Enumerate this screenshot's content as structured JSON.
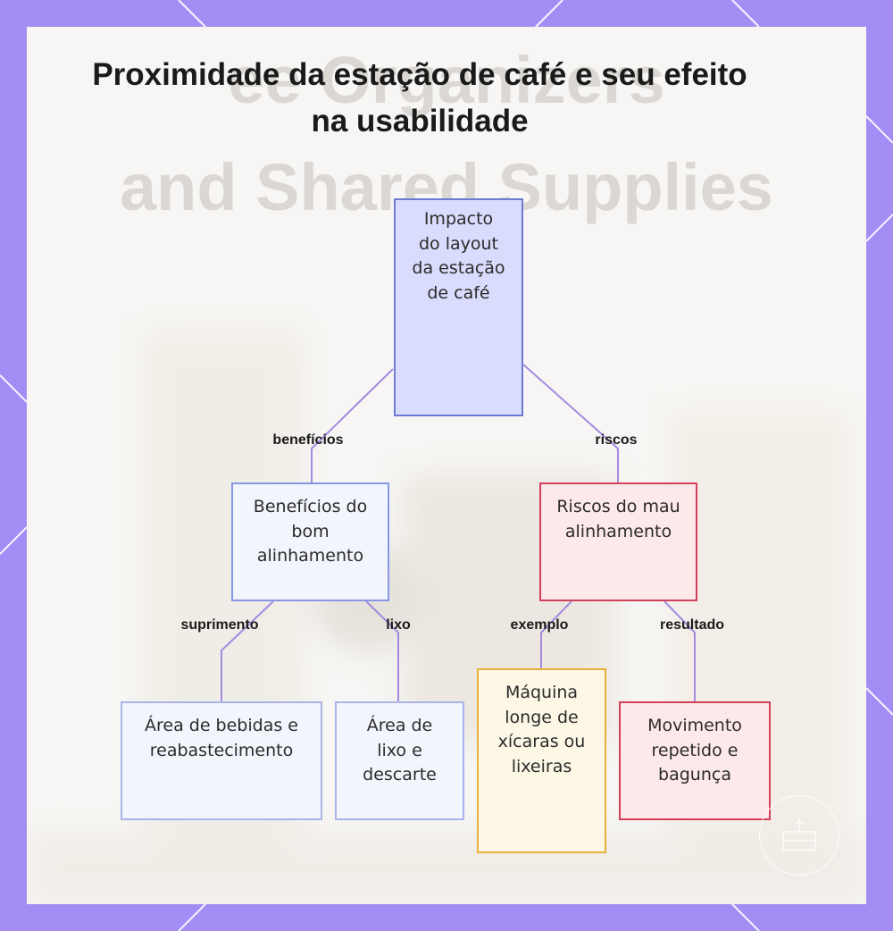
{
  "title": "Proximidade da estação de café e seu efeito na usabilidade",
  "background_watermark": "ee Organizers\nand Shared Supplies",
  "colors": {
    "frame": "#a48cf5",
    "edge": "#a58ae0",
    "root_fill": "#d9dcfc",
    "root_border": "#6f7bd3",
    "blue_fill": "#f3f5fd",
    "blue_border": "#8797e6",
    "red_fill": "#fde8ea",
    "red_border": "#d4405a",
    "yellow_fill": "#fdf7e6",
    "yellow_border": "#e9b13a"
  },
  "nodes": {
    "root": "Impacto do layout da estação de café",
    "benefits": "Benefícios do bom alinhamento",
    "risks": "Riscos do mau alinhamento",
    "drinks": "Área de bebidas e reabastecimento",
    "trash": "Área de lixo e descarte",
    "machine": "Máquina longe de xícaras ou lixeiras",
    "movement": "Movimento repetido e bagunça"
  },
  "edges": {
    "benefits": "benefícios",
    "risks": "riscos",
    "supply": "suprimento",
    "trash": "lixo",
    "example": "exemplo",
    "result": "resultado"
  }
}
